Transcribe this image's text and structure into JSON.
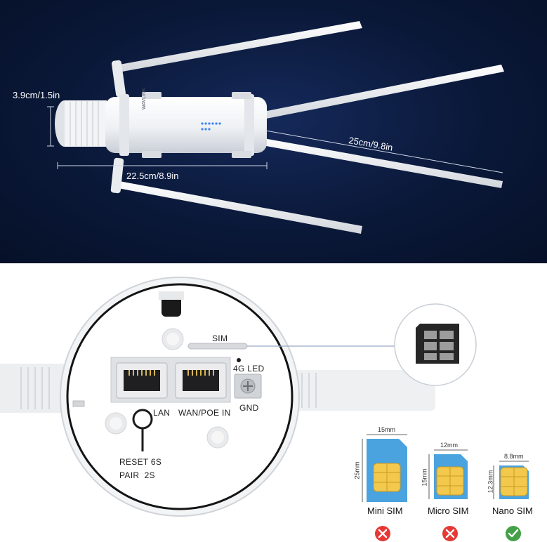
{
  "dimensions": {
    "height": "3.9cm/1.5in",
    "length": "22.5cm/8.9in",
    "antenna": "25cm/9.8in"
  },
  "device": {
    "brand": "WAVLINK",
    "ports": {
      "sim": "SIM",
      "led": "4G LED",
      "lan": "LAN",
      "wan": "WAN/POE IN",
      "gnd": "GND",
      "reset": "RESET 6S",
      "pair": "PAIR  2S"
    }
  },
  "sim_cards": [
    {
      "name": "Mini SIM",
      "width": "15mm",
      "height": "25mm",
      "supported": false,
      "status_icon": "cross-icon",
      "color": "#e53935"
    },
    {
      "name": "Micro SIM",
      "width": "12mm",
      "height": "15mm",
      "supported": false,
      "status_icon": "cross-icon",
      "color": "#e53935"
    },
    {
      "name": "Nano SIM",
      "width": "8.8mm",
      "height": "12.3mm",
      "supported": true,
      "status_icon": "check-icon",
      "color": "#43a047"
    }
  ],
  "colors": {
    "top_background": "#0a1838",
    "sim_card_blue": "#4aa3df",
    "sim_chip_gold": "#f2c94c"
  }
}
